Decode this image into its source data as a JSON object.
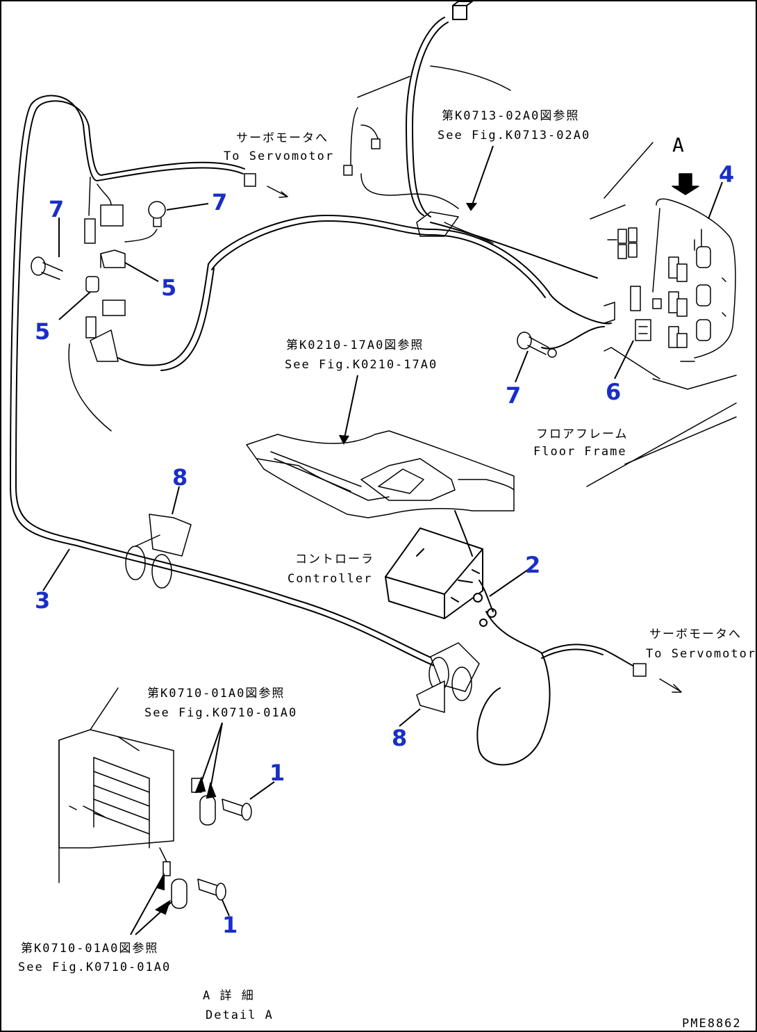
{
  "callouts": {
    "c1a": "1",
    "c1b": "1",
    "c2": "2",
    "c3": "3",
    "c4": "4",
    "c5a": "5",
    "c5b": "5",
    "c6": "6",
    "c7a": "7",
    "c7b": "7",
    "c7c": "7",
    "c8a": "8",
    "c8b": "8"
  },
  "notes": {
    "servo_top_jp": "サーボモータへ",
    "servo_top_en": "To Servomotor",
    "fig_k0713_jp": "第K0713-02A0図参照",
    "fig_k0713_en": "See Fig.K0713-02A0",
    "fig_k0210_jp": "第K0210-17A0図参照",
    "fig_k0210_en": "See Fig.K0210-17A0",
    "floor_frame_jp": "フロアフレーム",
    "floor_frame_en": "Floor Frame",
    "controller_jp": "コントローラ",
    "controller_en": "Controller",
    "servo_right_jp": "サーボモータへ",
    "servo_right_en": "To Servomotor",
    "fig_k0710_top_jp": "第K0710-01A0図参照",
    "fig_k0710_top_en": "See Fig.K0710-01A0",
    "fig_k0710_bottom_jp": "第K0710-01A0図参照",
    "fig_k0710_bottom_en": "See Fig.K0710-01A0",
    "view_label": "A",
    "detail_jp": "A 詳 細",
    "detail_en": "Detail A",
    "drawing_code": "PME8862"
  }
}
